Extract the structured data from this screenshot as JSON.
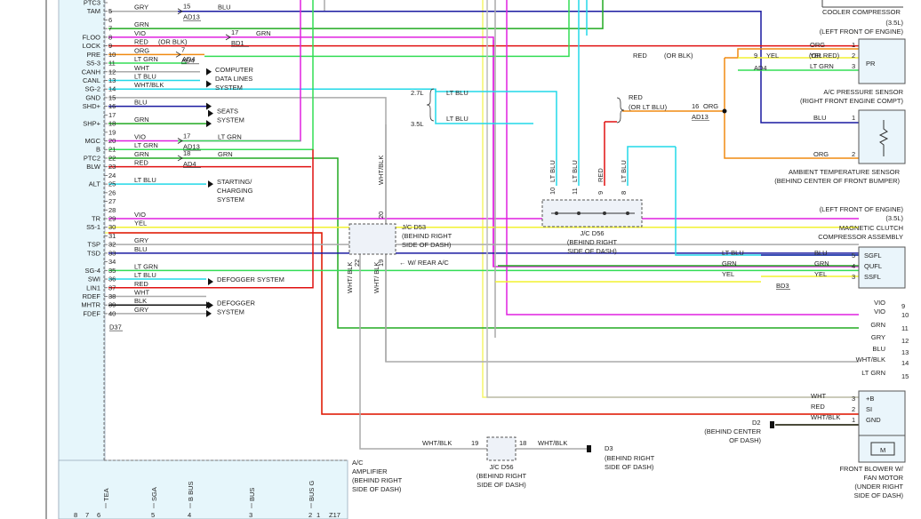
{
  "colors": {
    "grn": "#22aa22",
    "blu": "#1a1aa0",
    "red": "#e01010",
    "vio": "#e020e0",
    "ltgrn": "#33dd55",
    "ltblu": "#22d8e8",
    "yel": "#f2f230",
    "org": "#f08a10",
    "gry": "#aaaaaa",
    "blk": "#111111",
    "wht": "#bbbbbb",
    "highlight": "#f5f56a",
    "panel": "#e6f6fb"
  },
  "amplifier": {
    "pins": [
      {
        "name": "PTC3",
        "num": ""
      },
      {
        "name": "TAM",
        "num": "5"
      },
      {
        "name": "",
        "num": "6"
      },
      {
        "name": "",
        "num": "7"
      },
      {
        "name": "FLOO",
        "num": "8"
      },
      {
        "name": "LOCK",
        "num": "9"
      },
      {
        "name": "PRE",
        "num": "10"
      },
      {
        "name": "S5-3",
        "num": "11"
      },
      {
        "name": "CANH",
        "num": "12"
      },
      {
        "name": "CANL",
        "num": "13"
      },
      {
        "name": "SG-2",
        "num": "14"
      },
      {
        "name": "GND",
        "num": "15"
      },
      {
        "name": "SHD+",
        "num": "16"
      },
      {
        "name": "",
        "num": "17"
      },
      {
        "name": "SHP+",
        "num": "18"
      },
      {
        "name": "",
        "num": "19"
      },
      {
        "name": "MGC",
        "num": "20"
      },
      {
        "name": "B",
        "num": "21"
      },
      {
        "name": "PTC2",
        "num": "22"
      },
      {
        "name": "BLW",
        "num": "23"
      },
      {
        "name": "",
        "num": "24"
      },
      {
        "name": "ALT",
        "num": "25"
      },
      {
        "name": "",
        "num": "26"
      },
      {
        "name": "",
        "num": "27"
      },
      {
        "name": "",
        "num": "28"
      },
      {
        "name": "TR",
        "num": "29"
      },
      {
        "name": "S5-1",
        "num": "30"
      },
      {
        "name": "",
        "num": "31"
      },
      {
        "name": "TSP",
        "num": "32"
      },
      {
        "name": "TSD",
        "num": "33"
      },
      {
        "name": "",
        "num": "34"
      },
      {
        "name": "SG-4",
        "num": "35"
      },
      {
        "name": "SWI",
        "num": "36"
      },
      {
        "name": "LIN1",
        "num": "37"
      },
      {
        "name": "RDEF",
        "num": "38"
      },
      {
        "name": "MHTR",
        "num": "39"
      },
      {
        "name": "FDEF",
        "num": "40"
      }
    ],
    "wires": [
      {
        "num": "5",
        "color": "GRY"
      },
      {
        "num": "6",
        "color": ""
      },
      {
        "num": "7",
        "color": "GRN"
      },
      {
        "num": "8",
        "color": "VIO"
      },
      {
        "num": "9",
        "color": "RED"
      },
      {
        "num": "10",
        "color": "ORG"
      },
      {
        "num": "11",
        "color": "LT GRN"
      },
      {
        "num": "12",
        "color": "WHT"
      },
      {
        "num": "13",
        "color": "LT BLU"
      },
      {
        "num": "14",
        "color": "WHT/BLK"
      },
      {
        "num": "16",
        "color": "BLU"
      },
      {
        "num": "18",
        "color": "GRN"
      },
      {
        "num": "20",
        "color": "VIO"
      },
      {
        "num": "21",
        "color": "LT GRN"
      },
      {
        "num": "22",
        "color": "GRN"
      },
      {
        "num": "23",
        "color": "RED"
      },
      {
        "num": "25",
        "color": "LT BLU"
      },
      {
        "num": "29",
        "color": "VIO"
      },
      {
        "num": "30",
        "color": "YEL"
      },
      {
        "num": "32",
        "color": "GRY"
      },
      {
        "num": "33",
        "color": "BLU"
      },
      {
        "num": "35",
        "color": "LT GRN"
      },
      {
        "num": "36",
        "color": "LT BLU"
      },
      {
        "num": "37",
        "color": "RED"
      },
      {
        "num": "38",
        "color": "WHT"
      },
      {
        "num": "39",
        "color": "BLK"
      },
      {
        "num": "40",
        "color": "GRY"
      }
    ],
    "connector": "D37",
    "label": [
      "A/C",
      "AMPLIFIER",
      "(BEHIND RIGHT",
      "SIDE OF DASH)"
    ],
    "bottom_pins": [
      {
        "name": "TEA",
        "num": ""
      },
      {
        "name": "SGA",
        "num": "5"
      },
      {
        "name": "B BUS",
        "num": "4"
      },
      {
        "name": "BUS",
        "num": "3"
      },
      {
        "name": "BUS G",
        "num": "2"
      }
    ],
    "bottom_nums": [
      "8",
      "7",
      "6",
      "1"
    ],
    "bottom_connector": "Z17"
  },
  "splices": {
    "tam": "AD13",
    "lock": "BD1",
    "s53": "AD4",
    "mgc": "AD13",
    "ptc2": "AD4",
    "ad13b": "AD13"
  },
  "ckt_nums": {
    "tam": "15",
    "lock": "17",
    "s53": "7",
    "mgc": "17",
    "ptc2": "18"
  },
  "side_labels": {
    "data_lines": [
      "COMPUTER",
      "DATA LINES",
      "SYSTEM"
    ],
    "seats": [
      "SEATS",
      "SYSTEM"
    ],
    "starting": [
      "STARTING/",
      "CHARGING",
      "SYSTEM"
    ],
    "defog_sys": "DEFOGGER SYSTEM",
    "defogger": [
      "DEFOGGER",
      "SYSTEM"
    ]
  },
  "engine_var": {
    "a": "2.7L",
    "b": "3.5L",
    "ltblu": "LT BLU",
    "red": "RED",
    "or_ltblu": "(OR LT BLU)",
    "num16": "16",
    "org": "ORG"
  },
  "or_blk": "(OR BLK)",
  "or_red": "(OR RED)",
  "jc_d53": {
    "label": [
      "J/C D53",
      "(BEHIND RIGHT",
      "SIDE OF DASH)"
    ],
    "pins": [
      "20",
      "22",
      "19"
    ],
    "wires": [
      "WHT/BLK",
      "WHT/ BLK",
      "WHT/ BLK"
    ],
    "note": "W/ REAR A/C"
  },
  "jc_d56_top": {
    "label": [
      "J/C D56",
      "(BEHIND RIGHT",
      "SIDE OF DASH)"
    ],
    "pins": [
      "10",
      "11",
      "9",
      "8"
    ],
    "wires": [
      "LT BLU",
      "LT BLU",
      "RED",
      "LT BLU"
    ]
  },
  "jc_d56_bot": {
    "label": [
      "J/C D56",
      "(BEHIND RIGHT",
      "SIDE OF DASH)"
    ],
    "pins": [
      "19",
      "18"
    ],
    "wire_in": "WHT/BLK",
    "wire_out": "WHT/BLK"
  },
  "d3": {
    "name": "D3",
    "label": [
      "(BEHIND RIGHT",
      "SIDE OF DASH)"
    ]
  },
  "d2": {
    "name": "D2",
    "label": [
      "(BEHIND CENTER",
      "OF DASH)"
    ]
  },
  "cooler": {
    "label": "COOLER COMPRESSOR",
    "sub": "(3.5L)",
    "loc": "(LEFT FRONT OF ENGINE)"
  },
  "pressure": {
    "name": "PR",
    "pins": [
      {
        "num": "1",
        "color": "ORG"
      },
      {
        "num": "2",
        "color": "YEL"
      },
      {
        "num": "3",
        "color": "LT GRN"
      }
    ],
    "label": [
      "A/C PRESSURE SENSOR",
      "(RIGHT FRONT ENGINE COMPT)"
    ],
    "num9": "9",
    "yel": "YEL",
    "splice": "AD4",
    "red": "RED"
  },
  "ambient": {
    "pins": [
      {
        "num": "1",
        "color": "BLU"
      },
      {
        "num": "2",
        "color": "ORG"
      }
    ],
    "label": [
      "AMBIENT TEMPERATURE SENSOR",
      "(BEHIND CENTER OF FRONT BUMPER)"
    ]
  },
  "clutch": {
    "loc": "(LEFT FRONT OF ENGINE)",
    "sub": "(3.5L)",
    "label": [
      "MAGNETIC CLUTCH",
      "COMPRESSOR ASSEMBLY"
    ],
    "pins": [
      {
        "name": "SGFL",
        "num": "5",
        "c1": "LT BLU",
        "c2": "BLU"
      },
      {
        "name": "QUFL",
        "num": "4",
        "c1": "GRN",
        "c2": "GRN"
      },
      {
        "name": "SSFL",
        "num": "3",
        "c1": "YEL",
        "c2": "YEL"
      }
    ],
    "splice": "BD3"
  },
  "right_bus": [
    {
      "num": "9",
      "color": "VIO"
    },
    {
      "num": "10",
      "color": "VIO"
    },
    {
      "num": "11",
      "color": "GRN"
    },
    {
      "num": "12",
      "color": "GRY"
    },
    {
      "num": "13",
      "color": "BLU"
    },
    {
      "num": "14",
      "color": "WHT/BLK"
    },
    {
      "num": "15",
      "color": "LT GRN"
    }
  ],
  "blower": {
    "pins": [
      {
        "name": "+B",
        "num": "3",
        "color": "WHT"
      },
      {
        "name": "SI",
        "num": "2",
        "color": "RED"
      },
      {
        "name": "GND",
        "num": "1",
        "color": "WHT/BLK"
      }
    ],
    "motor": "M",
    "label": [
      "FRONT BLOWER W/",
      "FAN MOTOR",
      "(UNDER RIGHT",
      "SIDE OF DASH)"
    ]
  }
}
